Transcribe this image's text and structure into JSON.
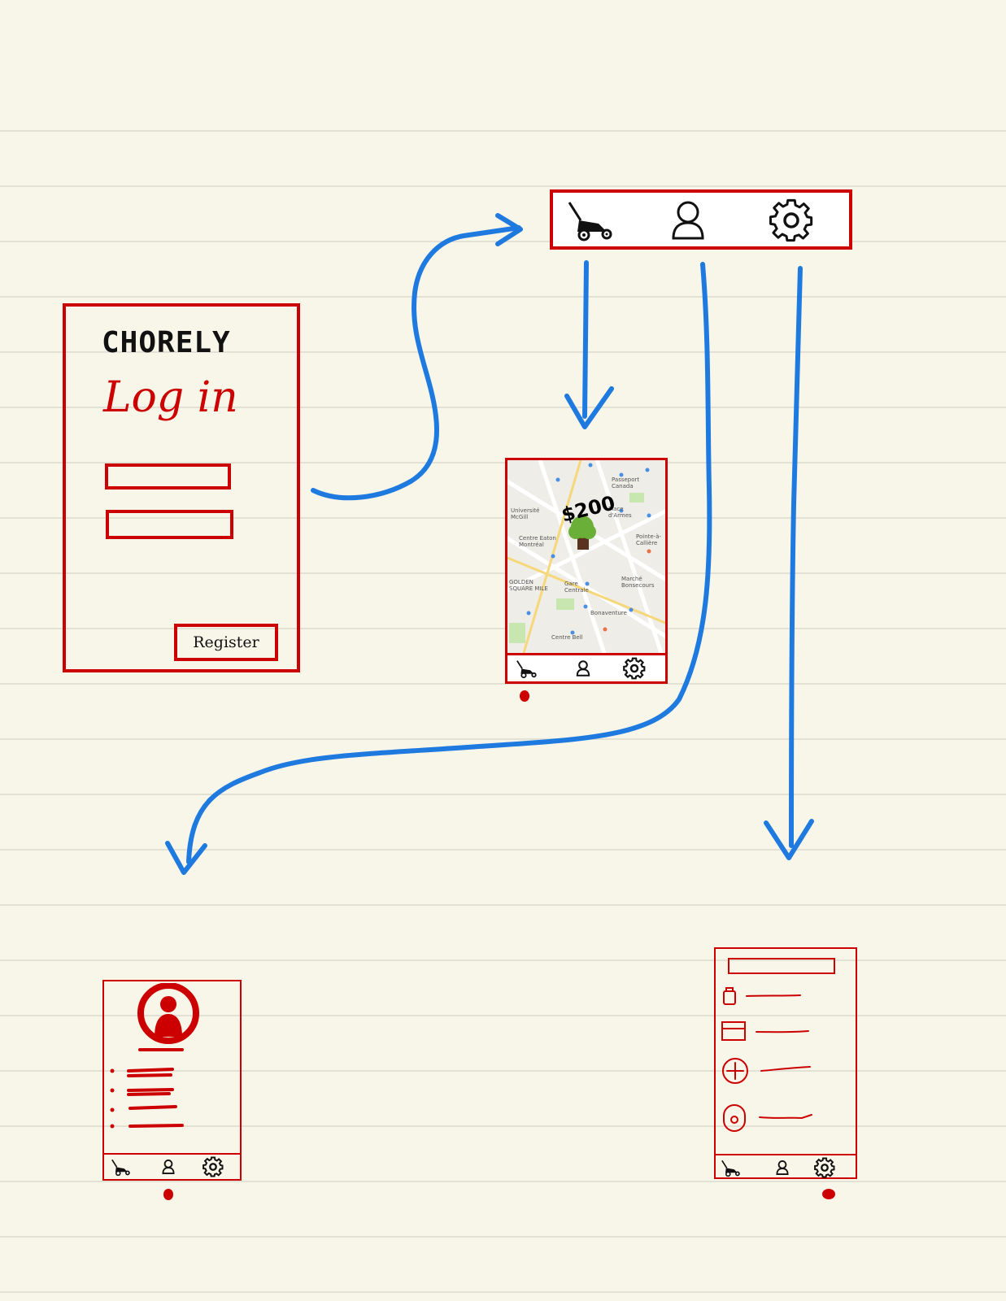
{
  "login": {
    "app_title": "CHORELY",
    "heading": "Log in",
    "register_label": "Register"
  },
  "map": {
    "price": "$200",
    "labels": [
      "Université McGill",
      "Centre Eaton Montréal",
      "GOLDEN SQUARE MILE",
      "Gare Centrale",
      "Place d'Armes",
      "Centre Bell",
      "Bonaventure",
      "Passeport Canada",
      "Pointe-à-Callière",
      "Marché Bonsecours"
    ]
  },
  "nav": {
    "items": [
      {
        "name": "lawnmower-icon"
      },
      {
        "name": "user-icon"
      },
      {
        "name": "gear-icon"
      }
    ]
  },
  "colors": {
    "sketch_red": "#cc0000",
    "arrow_blue": "#1f7ae0",
    "paper": "#f8f5e9"
  }
}
